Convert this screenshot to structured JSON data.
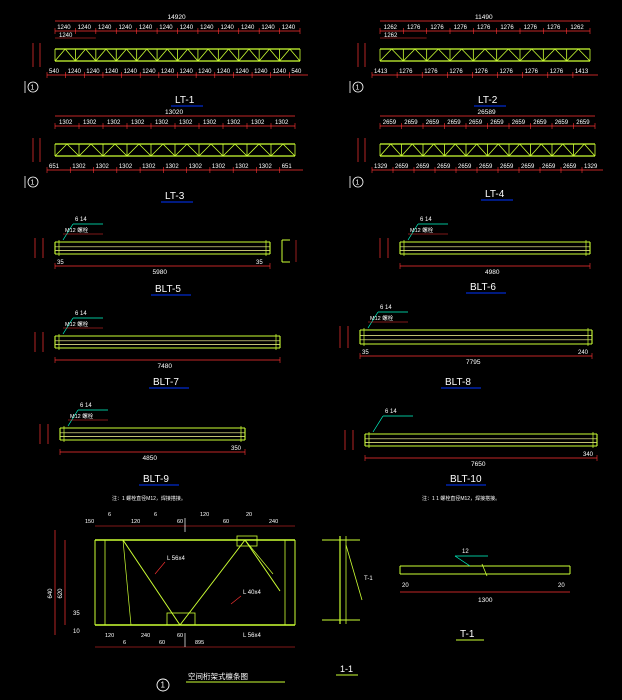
{
  "trusses": [
    {
      "id": "LT-1",
      "label": "LT-1",
      "total": "14920",
      "top_dims": [
        "1240",
        "1240",
        "1240",
        "1240",
        "1240",
        "1240",
        "1240",
        "1240",
        "1240",
        "1240",
        "1240",
        "1240"
      ],
      "top_note": "1240",
      "bot_dims": [
        "540",
        "1240",
        "1240",
        "1240",
        "1240",
        "1240",
        "1240",
        "1240",
        "1240",
        "1240",
        "1240",
        "1240",
        "1240",
        "540"
      ]
    },
    {
      "id": "LT-2",
      "label": "LT-2",
      "total": "11490",
      "top_dims": [
        "1262",
        "1276",
        "1276",
        "1276",
        "1276",
        "1276",
        "1276",
        "1276",
        "1262"
      ],
      "top_note": "1262",
      "bot_dims": [
        "1413",
        "1276",
        "1276",
        "1276",
        "1276",
        "1276",
        "1276",
        "1276",
        "1413"
      ]
    },
    {
      "id": "LT-3",
      "label": "LT-3",
      "total": "13020",
      "top_dims": [
        "1302",
        "1302",
        "1302",
        "1302",
        "1302",
        "1302",
        "1302",
        "1302",
        "1302",
        "1302"
      ],
      "top_note": "",
      "bot_dims": [
        "651",
        "1302",
        "1302",
        "1302",
        "1302",
        "1302",
        "1302",
        "1302",
        "1302",
        "1302",
        "651"
      ]
    },
    {
      "id": "LT-4",
      "label": "LT-4",
      "total": "26589",
      "top_dims": [
        "2659",
        "2659",
        "2659",
        "2659",
        "2659",
        "2659",
        "2659",
        "2659",
        "2659",
        "2659"
      ],
      "top_note": "",
      "bot_dims": [
        "1329",
        "2659",
        "2659",
        "2659",
        "2659",
        "2659",
        "2659",
        "2659",
        "2659",
        "2659",
        "1329"
      ]
    }
  ],
  "beams": [
    {
      "id": "BLT-5",
      "label": "BLT-5",
      "length": "5980",
      "end_left": "35",
      "end_right": "35",
      "weld": "6 14",
      "bolt": "M12 螺栓"
    },
    {
      "id": "BLT-6",
      "label": "BLT-6",
      "length": "4980",
      "end_left": "",
      "end_right": "",
      "weld": "6 14",
      "bolt": "M12 螺栓"
    },
    {
      "id": "BLT-7",
      "label": "BLT-7",
      "length": "7480",
      "end_left": "",
      "end_right": "",
      "weld": "6 14",
      "bolt": "M12 螺栓"
    },
    {
      "id": "BLT-8",
      "label": "BLT-8",
      "length": "7795",
      "end_left": "35",
      "end_right": "240",
      "weld": "6 14",
      "bolt": "M12 螺栓"
    },
    {
      "id": "BLT-9",
      "label": "BLT-9",
      "length": "4850",
      "end_left": "",
      "end_right": "350",
      "weld": "6 14",
      "bolt": "M12 螺栓"
    },
    {
      "id": "BLT-10",
      "label": "BLT-10",
      "length": "7650",
      "end_left": "",
      "end_right": "340",
      "weld": "6 14",
      "bolt": ""
    }
  ],
  "notes": {
    "blt9_note": "注：1 螺栓直径M12，焊接搭接。",
    "blt10_note": "注：1 1 螺栓直径M12，焊接搭接。"
  },
  "detail": {
    "title": "空间桁架式檩条图",
    "circle_num": "1",
    "left_dims": [
      "640",
      "620",
      "10",
      "35",
      "35"
    ],
    "top_dims": [
      "150",
      "6",
      "120",
      "6",
      "60",
      "120",
      "60",
      "20",
      "240"
    ],
    "bottom_dims": [
      "120",
      "6",
      "240",
      "60",
      "60",
      "895"
    ],
    "members": [
      "L 56x4",
      "L 40x4",
      "L 56x4"
    ],
    "section_label": "T-1",
    "section_name": "1-1",
    "t1_label": "T-1",
    "t1_length": "1300",
    "t1_end": "20",
    "t1_weld": "12"
  },
  "colors": {
    "truss": "#ccff33",
    "dim": "#ff3333",
    "text": "#ffffff",
    "beam": "#ffff99",
    "leader": "#00ffcc",
    "underline": "#0033ff"
  }
}
